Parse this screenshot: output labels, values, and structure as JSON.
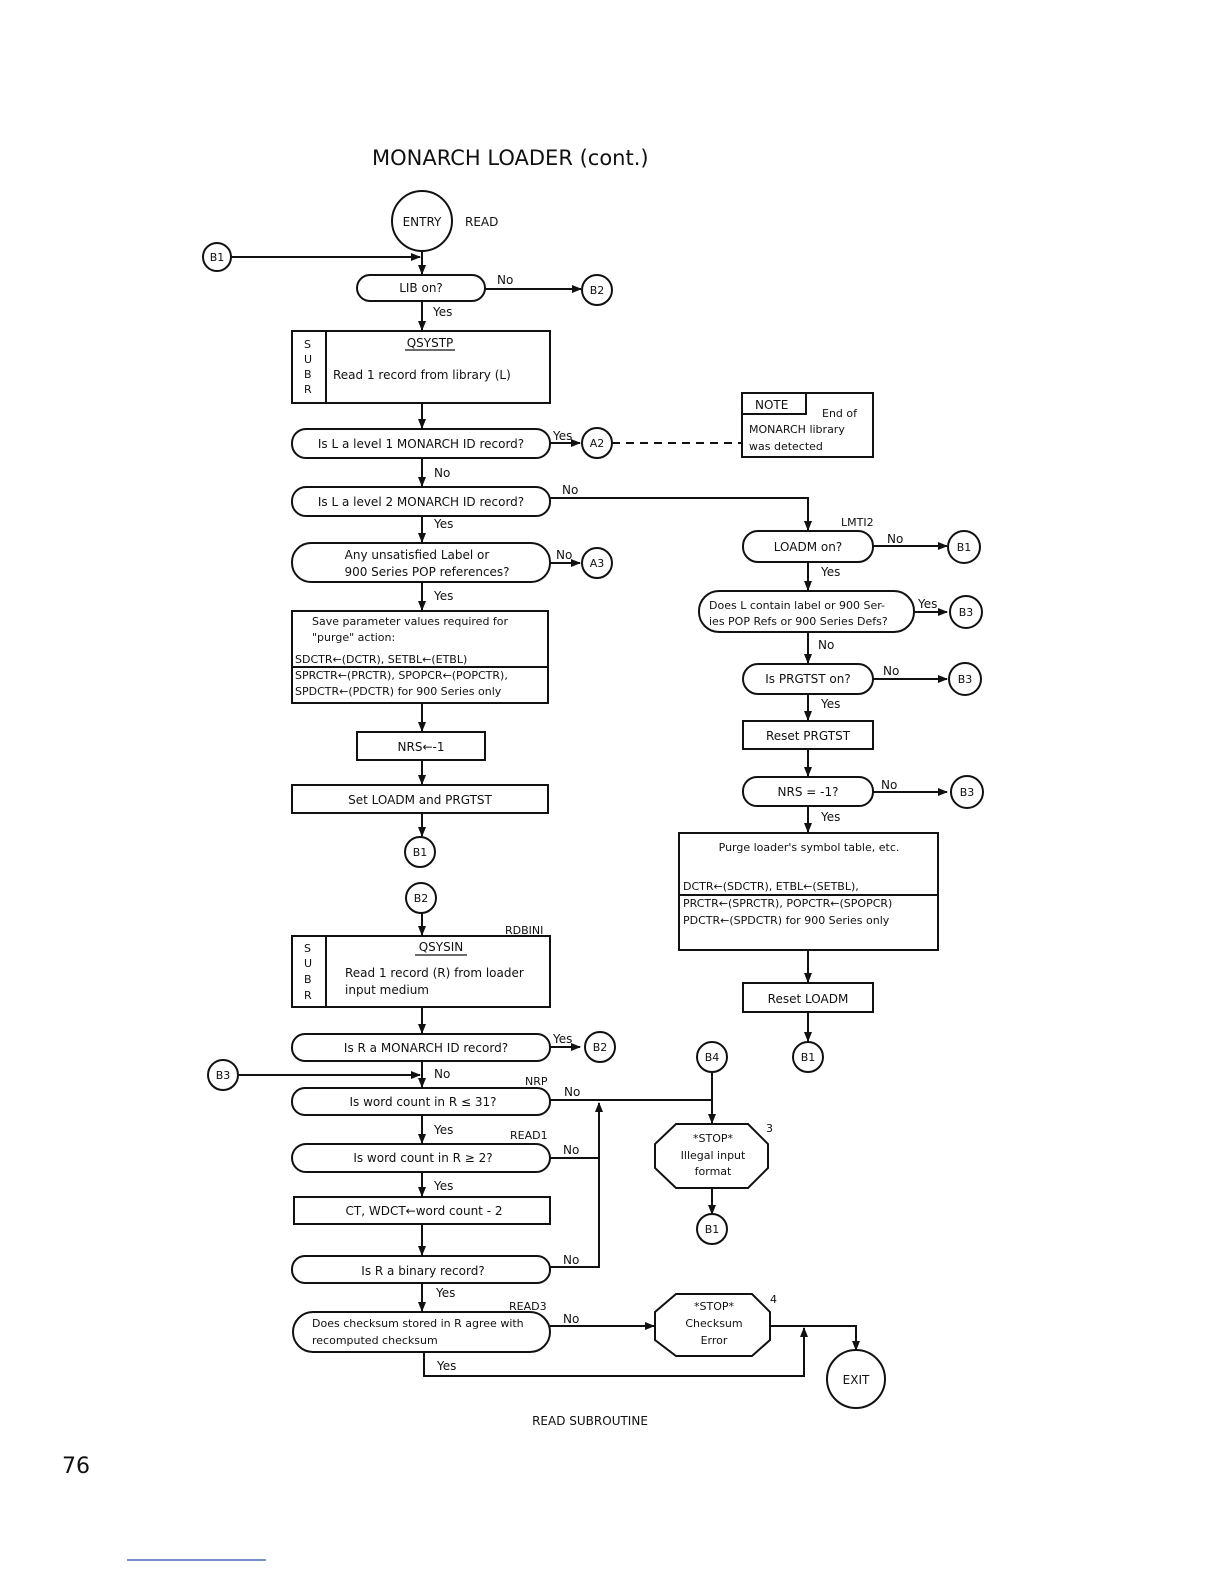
{
  "page": {
    "title": "MONARCH LOADER (cont.)",
    "page_number": "76",
    "caption": "READ SUBROUTINE"
  },
  "entry": {
    "label": "ENTRY",
    "name": "READ"
  },
  "connectors": {
    "b1": "B1",
    "b2": "B2",
    "b3": "B3",
    "b4": "B4",
    "a2": "A2",
    "a3": "A3",
    "exit": "EXIT"
  },
  "labels": {
    "yes": "Yes",
    "no": "No",
    "lmti2": "LMTI2",
    "rdbini": "RDBINI",
    "nrp": "NRP",
    "read1": "READ1",
    "read3": "READ3",
    "subr": [
      "S",
      "U",
      "B",
      "R"
    ]
  },
  "left": {
    "lib_on": "LIB on?",
    "qsystp_title": "QSYSTP",
    "qsystp_text": "Read 1 record from library (L)",
    "level1": "Is L a level 1 MONARCH ID record?",
    "level2": "Is L a level 2 MONARCH ID record?",
    "unsat_1": "Any unsatisfied Label or",
    "unsat_2": "900 Series POP references?",
    "save_1": "Save parameter values required for",
    "save_2": "\"purge\" action:",
    "save_3": "SDCTR←(DCTR), SETBL←(ETBL)",
    "save_4": "SPRCTR←(PRCTR), SPOPCR←(POPCTR),",
    "save_5": "SPDCTR←(PDCTR) for 900 Series only",
    "nrs_set": "NRS←-1",
    "set_loadm": "Set LOADM and PRGTST",
    "qsysin_title": "QSYSIN",
    "qsysin_1": "Read 1 record (R) from loader",
    "qsysin_2": "input medium",
    "r_monarch": "Is R a MONARCH ID record?",
    "wc_le": "Is word count in R ≤ 31?",
    "wc_ge": "Is word count in R ≥ 2?",
    "ct_wdct": "CT, WDCT←word count - 2",
    "binary": "Is R a binary record?",
    "checksum_1": "Does checksum stored in R agree with",
    "checksum_2": "recomputed checksum"
  },
  "note": {
    "tag": "NOTE",
    "line1": "End of",
    "line2": "MONARCH library",
    "line3": "was detected"
  },
  "right": {
    "loadm_on": "LOADM on?",
    "contain_1": "Does L contain label or 900 Ser-",
    "contain_2": "ies POP Refs or 900 Series Defs?",
    "prgtst_on": "Is PRGTST on?",
    "reset_prgtst": "Reset PRGTST",
    "nrs_eq": "NRS = -1?",
    "purge_1": "Purge loader's symbol table, etc.",
    "purge_2": "DCTR←(SDCTR), ETBL←(SETBL),",
    "purge_3": "PRCTR←(SPRCTR), POPCTR←(SPOPCR)",
    "purge_4": "PDCTR←(SPDCTR) for 900 Series only",
    "reset_loadm": "Reset LOADM"
  },
  "stops": {
    "stop3_1": "*STOP*",
    "stop3_2": "Illegal input",
    "stop3_3": "format",
    "stop3_num": "3",
    "stop4_1": "*STOP*",
    "stop4_2": "Checksum",
    "stop4_3": "Error",
    "stop4_num": "4"
  }
}
